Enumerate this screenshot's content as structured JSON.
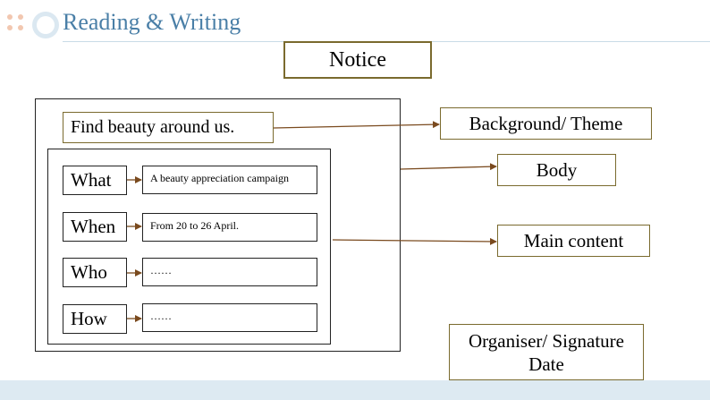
{
  "header": {
    "title": "Reading & Writing"
  },
  "diagram": {
    "notice": "Notice",
    "topic": "Find beauty around us.",
    "rows": [
      {
        "question": "What",
        "answer": "A beauty appreciation campaign"
      },
      {
        "question": "When",
        "answer": "From 20 to 26 April."
      },
      {
        "question": "Who",
        "answer": "……"
      },
      {
        "question": "How",
        "answer": "……"
      }
    ],
    "labels": {
      "background": "Background/ Theme",
      "body": "Body",
      "main_content": "Main content",
      "organiser": "Organiser/ Signature",
      "date": "Date"
    }
  },
  "colors": {
    "title": "#4a7fa7",
    "accent_border": "#7a6a2e",
    "arrow": "#7a4a1e",
    "footer": "#ddeaf2"
  }
}
